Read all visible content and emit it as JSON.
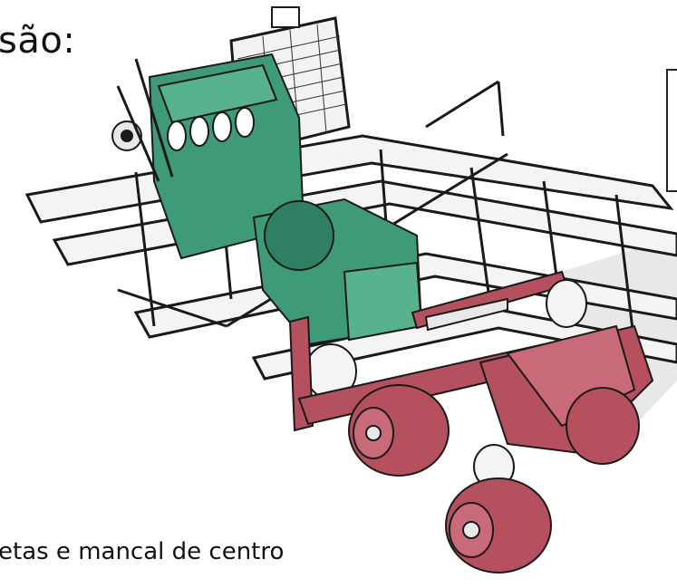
{
  "heading": "são:",
  "caption": "etas e mancal de centro",
  "illustration": {
    "subject": "truck-chassis-drivetrain",
    "colors": {
      "engine": "#3f9a78",
      "axles": "#b5505f",
      "frame": "#1a1a1a",
      "frame_fill": "#f4f4f4"
    }
  }
}
